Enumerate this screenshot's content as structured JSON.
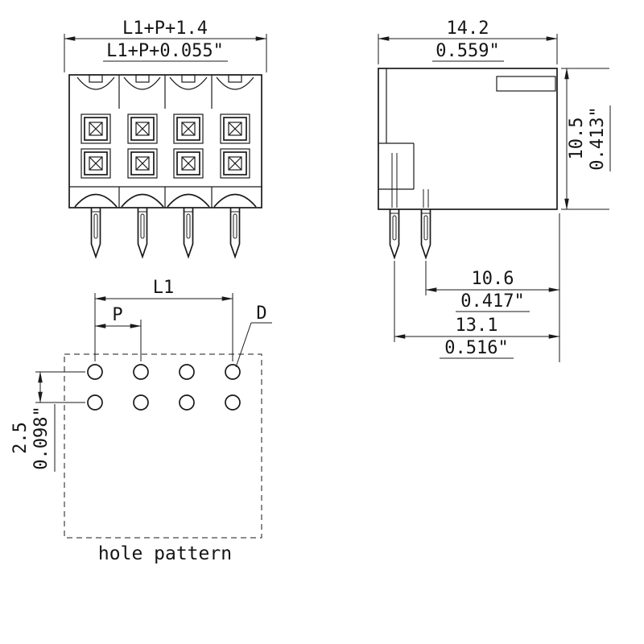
{
  "drawing": {
    "front_view": {
      "dim_width_mm": "L1+P+1.4",
      "dim_width_inch": "L1+P+0.055\""
    },
    "side_view": {
      "width_mm": "14.2",
      "width_inch": "0.559\"",
      "height_mm": "10.5",
      "height_inch": "0.413\"",
      "pin_right_mm": "10.6",
      "pin_right_inch": "0.417\"",
      "pin_left_mm": "13.1",
      "pin_left_inch": "0.516\""
    },
    "hole_pattern": {
      "l1": "L1",
      "p": "P",
      "d": "D",
      "row_mm": "2.5",
      "row_inch": "0.098\"",
      "caption": "hole pattern"
    }
  },
  "colors": {
    "line": "#1a1a1a",
    "background": "#ffffff"
  }
}
